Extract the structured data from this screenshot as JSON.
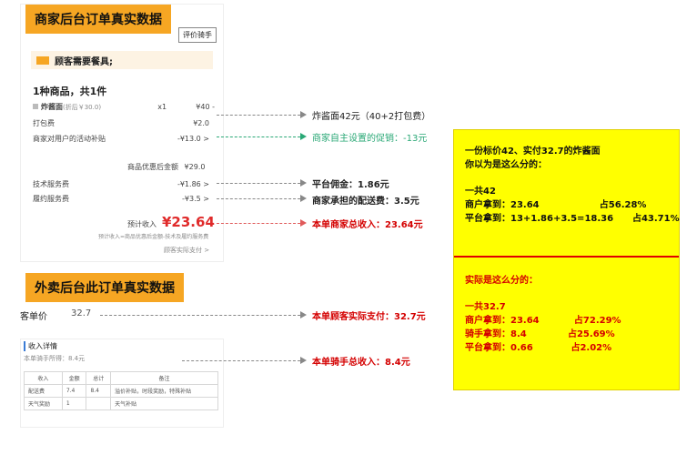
{
  "merchant_section": {
    "tag": "商家后台订单真实数据",
    "review_button": "评价骑手",
    "tableware_note": "顾客需要餐具;",
    "items_summary": "1种商品，共1件",
    "item": {
      "name": "炸酱面",
      "discount": "(折后￥30.0)",
      "qty": "x1",
      "price": "¥40 -"
    },
    "packing_fee": {
      "label": "打包费",
      "value": "¥2.0"
    },
    "merchant_subsidy": {
      "label": "商家对用户的活动补贴",
      "value": "-¥13.0  >"
    },
    "after_discount": {
      "label": "商品优惠后金额",
      "value": "¥29.0"
    },
    "tech_fee": {
      "label": "技术服务费",
      "value": "-¥1.86  >"
    },
    "delivery_fee": {
      "label": "履约服务费",
      "value": "-¥3.5  >"
    },
    "expected_income_label": "预计收入",
    "expected_income_value": "¥23.64",
    "formula_note": "预计收入=商品优惠后金额-技术及履约服务费",
    "customer_paid_link": "顾客实际支付 >"
  },
  "annotations": {
    "a1": "炸酱面42元（40+2打包费）",
    "a2": "商家自主设置的促销：-13元",
    "a3": "平台佣金：1.86元",
    "a4": "商家承担的配送费：3.5元",
    "a5": "本单商家总收入：23.64元",
    "a6": "本单顾客实际支付：32.7元",
    "a7": "本单骑手总收入：8.4元"
  },
  "delivery_section": {
    "tag": "外卖后台此订单真实数据",
    "unit_price_label": "客单价",
    "unit_price_value": "32.7",
    "income_title": "收入详情",
    "rider_income": "本单骑手所得：8.4元",
    "table": {
      "headers": [
        "收入",
        "金额",
        "总计",
        "备注"
      ],
      "rows": [
        [
          "配送费",
          "7.4",
          "8.4",
          "溢价补贴，时段奖励，特殊补贴"
        ],
        [
          "天气奖励",
          "1",
          "",
          "天气补贴"
        ]
      ]
    }
  },
  "yellow_box": {
    "top_lines": [
      "一份标价42、实付32.7的炸酱面",
      "你以为是这么分的：",
      "",
      "一共42",
      "商户拿到：23.64                   占56.28%",
      "平台拿到：13+1.86+3.5=18.36      占43.71%"
    ],
    "bottom_lines": [
      "实际是这么分的：",
      "",
      "一共32.7",
      "商户拿到：23.64           占72.29%",
      "骑手拿到：8.4             占25.69%",
      "平台拿到：0.66            占2.02%"
    ],
    "colors": {
      "background": "#ffff00",
      "divider": "#e00000",
      "bottom_text": "#d40000"
    }
  }
}
